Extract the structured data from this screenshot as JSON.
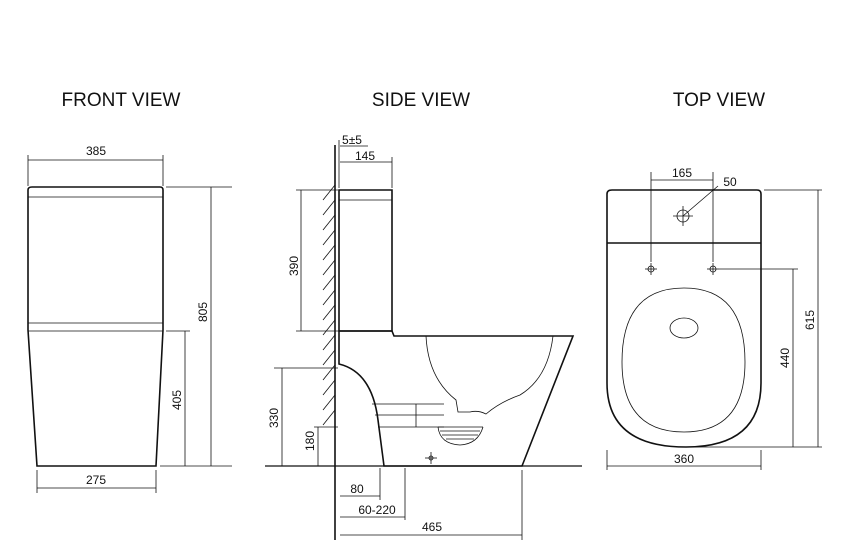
{
  "views": {
    "front": {
      "title": "FRONT VIEW",
      "dims": {
        "width_top": "385",
        "width_base": "275",
        "height_total": "805",
        "height_pan": "405"
      }
    },
    "side": {
      "title": "SIDE VIEW",
      "dims": {
        "wall_gap": "5±5",
        "tank_offset": "145",
        "tank_height": "390",
        "pan_height": "330",
        "outlet_height": "180",
        "outlet_depth": "80",
        "outlet_range": "60-220",
        "total_depth": "465"
      }
    },
    "top": {
      "title": "TOP VIEW",
      "dims": {
        "hole_spacing": "165",
        "hole_diameter": "50",
        "width": "360",
        "depth_total": "615",
        "depth_fix": "440"
      }
    }
  }
}
